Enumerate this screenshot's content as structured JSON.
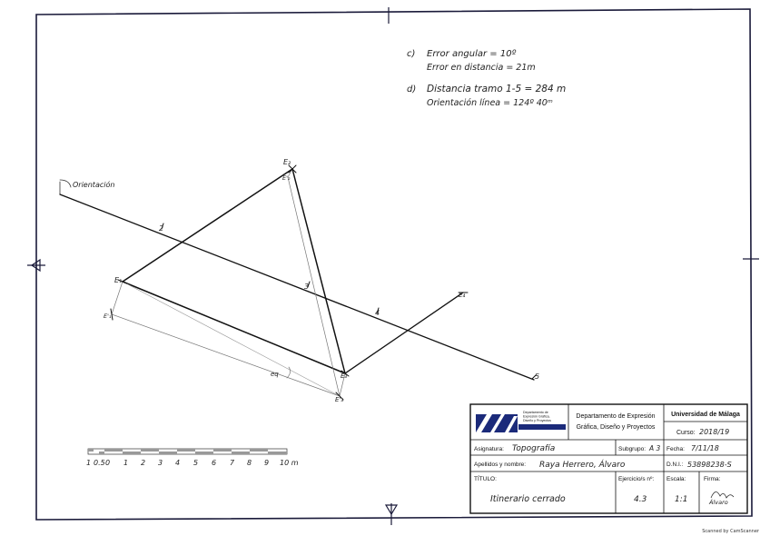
{
  "annotations": {
    "c_label": "c)",
    "error_angular": "Error angular = 10º",
    "error_distancia": "Error en distancia = 21m",
    "d_label": "d)",
    "distancia_tramo": "Distancia tramo 1-5 = 284 m",
    "orientacion_linea": "Orientación línea = 124º 40ᵐ"
  },
  "drawing": {
    "orientacion_label": "Orientación",
    "points": {
      "p2": "2",
      "p3": "3",
      "p4": "4",
      "p5": "5",
      "e1": "E₁",
      "e1p": "E'₁",
      "e2": "E₂",
      "e2p": "E'₂",
      "e3": "E₃",
      "e3p": "E'₃",
      "e4": "E₄",
      "eq": "eq"
    }
  },
  "scale_bar": {
    "labels": [
      "1",
      "0.5",
      "0",
      "1",
      "2",
      "3",
      "4",
      "5",
      "6",
      "7",
      "8",
      "9",
      "10 m"
    ]
  },
  "title_block": {
    "logo_caption_1": "Departamento de",
    "logo_caption_2": "Expresión Gráfica,",
    "logo_caption_3": "Diseño y Proyectos",
    "dept_line_1": "Departamento de Expresión",
    "dept_line_2": "Gráfica, Diseño y Proyectos",
    "university": "Universidad de Málaga",
    "curso_label": "Curso:",
    "curso_value": "2018/19",
    "asignatura_label": "Asignatura:",
    "asignatura_value": "Topografía",
    "subgrupo_label": "Subgrupo:",
    "subgrupo_value": "A 3",
    "fecha_label": "Fecha:",
    "fecha_value": "7/11/18",
    "apellidos_label": "Apellidos y nombre:",
    "apellidos_value": "Raya Herrero, Álvaro",
    "dni_label": "D.N.I.:",
    "dni_value": "53898238-S",
    "titulo_label": "TÍTULO:",
    "titulo_value": "Itinerario cerrado",
    "ejercicio_label": "Ejercicio/s nº:",
    "ejercicio_value": "4.3",
    "escala_label": "Escala:",
    "escala_value": "1:1",
    "firma_label": "Firma:",
    "firma_value": "Álvaro"
  },
  "footer": {
    "scanned": "Scanned by CamScanner"
  }
}
